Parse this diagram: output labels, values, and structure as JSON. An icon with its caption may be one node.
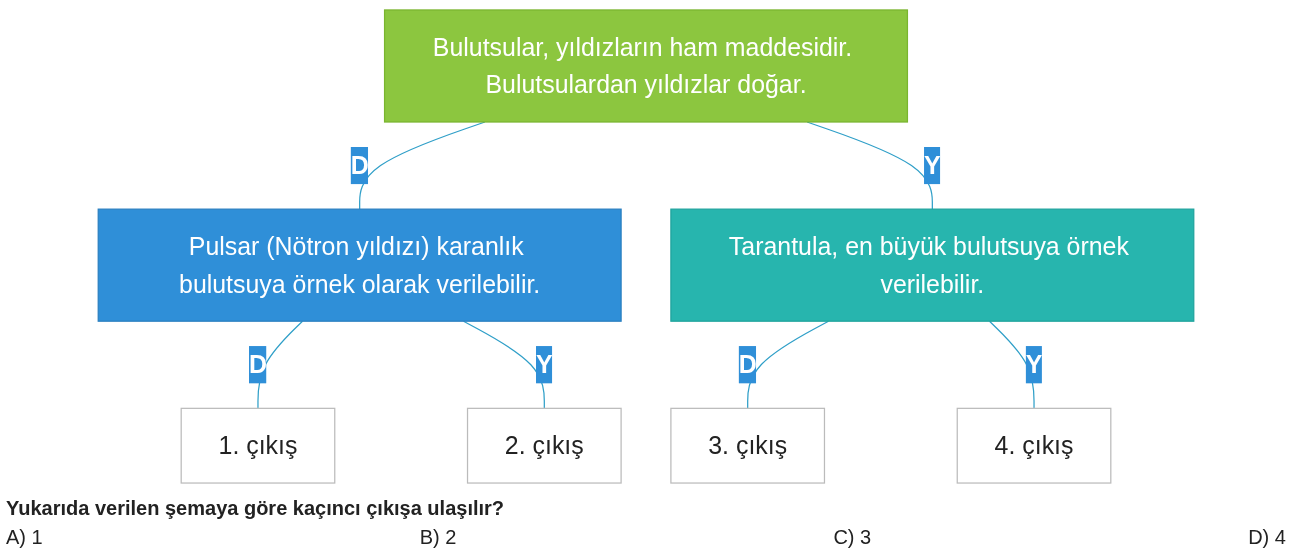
{
  "diagram": {
    "nodes": [
      {
        "text": [
          "Bulutsular, yıldızların ham maddesidir. Bulutsulardan yıldızlar doğar."
        ]
      },
      {
        "text": [
          "Pulsar (Nötron yıldızı) karanlık bulutsuya örnek olarak verilebilir."
        ]
      },
      {
        "text": [
          "Tarantula, en büyük bulutsuya örnek verilebilir."
        ]
      },
      {
        "text": [
          "1. çıkış"
        ]
      },
      {
        "text": [
          "2. çıkış"
        ]
      },
      {
        "text": [
          "3. çıkış"
        ]
      },
      {
        "text": [
          "4. çıkış"
        ]
      }
    ],
    "edges": [
      {
        "from": 0,
        "to": 1,
        "arrow": "none",
        "label": "D"
      },
      {
        "from": 0,
        "to": 2,
        "arrow": "none",
        "label": "Y"
      },
      {
        "from": 1,
        "to": 3,
        "arrow": "none",
        "label": "D"
      },
      {
        "from": 1,
        "to": 4,
        "arrow": "none",
        "label": "Y"
      },
      {
        "from": 2,
        "to": 5,
        "arrow": "none",
        "label": "D"
      },
      {
        "from": 2,
        "to": 6,
        "arrow": "none",
        "label": "Y"
      }
    ],
    "labels": [
      "Yukarıda verilen şemaya göre kaçıncı çıkışa ulaşılır?",
      "A) 1",
      "B) 2",
      "C) 3",
      "D) 4"
    ]
  }
}
